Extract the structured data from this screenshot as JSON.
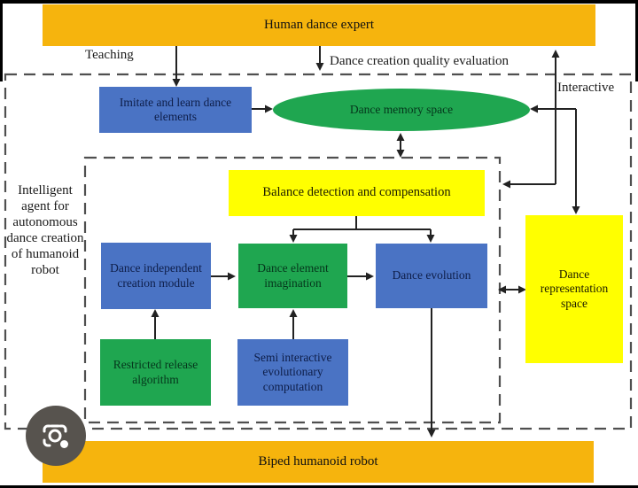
{
  "top_bar": {
    "label": "Human dance expert"
  },
  "bottom_bar": {
    "label": "Biped humanoid robot"
  },
  "edge_labels": {
    "teaching": "Teaching",
    "evaluation": "Dance creation quality evaluation",
    "interactive": "Interactive"
  },
  "side_label": "Intelligent agent for autonomous dance creation of humanoid robot",
  "nodes": {
    "imitate": {
      "label": "Imitate and learn dance elements",
      "color": "#4a73c4"
    },
    "memory": {
      "label": "Dance memory space",
      "color": "#1fa650"
    },
    "balance": {
      "label": "Balance detection and compensation",
      "color": "#ffff00"
    },
    "module": {
      "label": "Dance independent creation module",
      "color": "#4a73c4"
    },
    "imagination": {
      "label": "Dance element imagination",
      "color": "#1fa650"
    },
    "evolution": {
      "label": "Dance evolution",
      "color": "#4a73c4"
    },
    "representation": {
      "label": "Dance representation space",
      "color": "#ffff00"
    },
    "restricted": {
      "label": "Restricted release algorithm",
      "color": "#1fa650"
    },
    "semi": {
      "label": "Semi interactive evolutionary computation",
      "color": "#4a73c4"
    }
  },
  "icons": {
    "camera": "camera-lens-icon"
  },
  "colors": {
    "bar_orange": "#f6b40d",
    "box_blue": "#4a73c4",
    "box_green": "#1fa650",
    "box_yellow": "#ffff00",
    "dash_gray": "#4f4f4f",
    "line_ink": "#222222",
    "lens_circle_gray": "#57534e"
  }
}
